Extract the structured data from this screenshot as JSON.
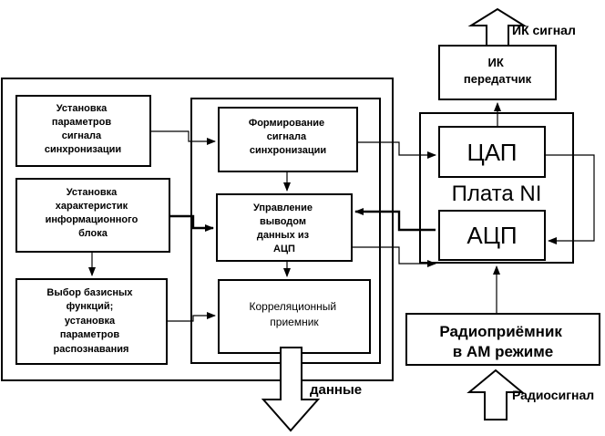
{
  "labels": {
    "sync_params": [
      "Установка",
      "параметров",
      "сигнала",
      "синхронизации"
    ],
    "info_block": [
      "Установка",
      "характеристик",
      "информационного",
      "блока"
    ],
    "basis_select": [
      "Выбор базисных",
      "функций;",
      "установка",
      "параметров",
      "распознавания"
    ],
    "sync_forming": [
      "Формирование",
      "сигнала",
      "синхронизации"
    ],
    "adc_control": [
      "Управление",
      "выводом",
      "данных из",
      "АЦП"
    ],
    "correlator": [
      "Корреляционный",
      "приемник"
    ],
    "ir_transmitter": [
      "ИК",
      "передатчик"
    ],
    "ir_signal": "ИК сигнал",
    "dac": "ЦАП",
    "adc": "АЦП",
    "ni_board": "Плата NI",
    "radio_receiver": [
      "Радиоприёмник",
      "в АМ режиме"
    ],
    "radio_signal": "Радиосигнал",
    "data_out": "данные"
  }
}
